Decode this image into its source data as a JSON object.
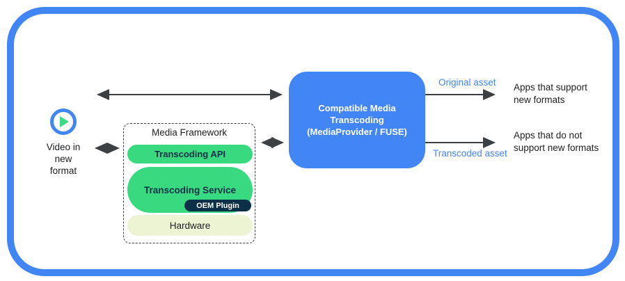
{
  "source": {
    "icon": "play-icon",
    "label": "Video in\nnew\nformat"
  },
  "framework": {
    "title": "Media Framework",
    "layers": [
      {
        "label": "Transcoding API"
      },
      {
        "label": "Transcoding Service",
        "plugin": "OEM Plugin"
      },
      {
        "label": "Hardware"
      }
    ]
  },
  "transcoder": {
    "title": "Compatible Media\nTranscoding\n(MediaProvider / FUSE)"
  },
  "outputs": [
    {
      "label": "Original asset",
      "target": "Apps that support\nnew formats"
    },
    {
      "label": "Transcoded asset",
      "target": "Apps that do not\nsupport new formats"
    }
  ],
  "colors": {
    "accent_blue": "#4285F4",
    "android_green": "#39D980",
    "dark_navy": "#0D3049",
    "pale_green": "#EDF4D3",
    "arrow_gray": "#3C4043",
    "text_dark": "#202124"
  }
}
